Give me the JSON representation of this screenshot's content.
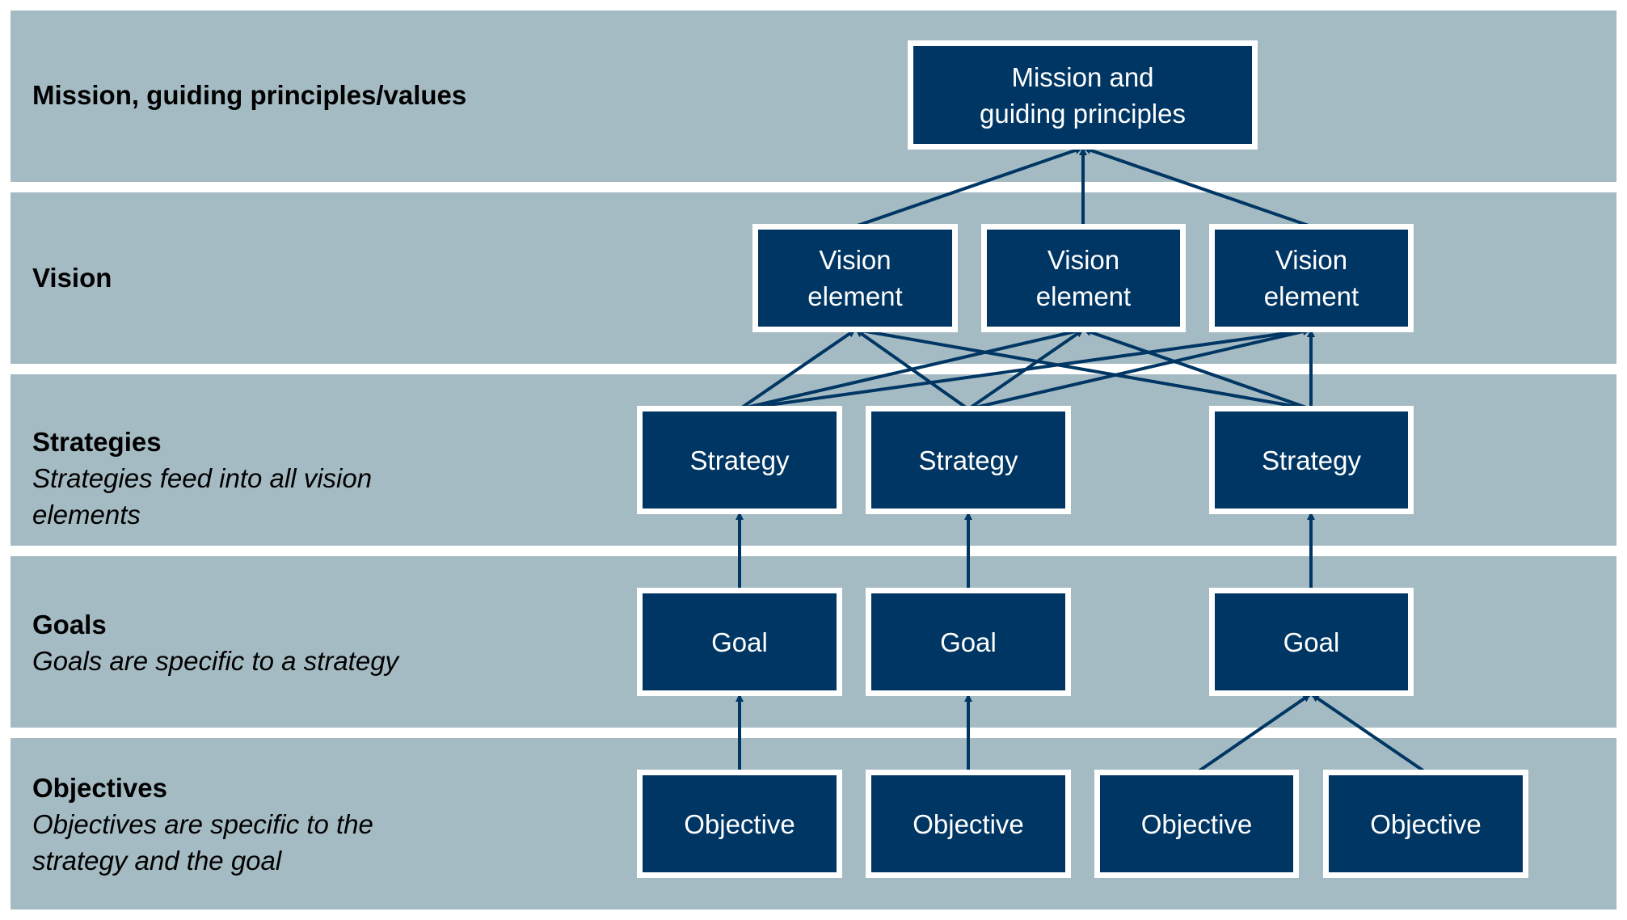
{
  "layers": {
    "mission": {
      "title": "Mission, guiding principles/values",
      "subtitle": ""
    },
    "vision": {
      "title": "Vision",
      "subtitle": ""
    },
    "strategies": {
      "title": "Strategies",
      "subtitle": "Strategies feed into all vision elements"
    },
    "goals": {
      "title": "Goals",
      "subtitle": "Goals are specific to a strategy"
    },
    "objectives": {
      "title": "Objectives",
      "subtitle": "Objectives are specific to the strategy and the goal"
    }
  },
  "nodes": {
    "mission": {
      "line1": "Mission and",
      "line2": "guiding principles"
    },
    "vision": [
      {
        "line1": "Vision",
        "line2": "element"
      },
      {
        "line1": "Vision",
        "line2": "element"
      },
      {
        "line1": "Vision",
        "line2": "element"
      }
    ],
    "strategies": [
      "Strategy",
      "Strategy",
      "Strategy"
    ],
    "goals": [
      "Goal",
      "Goal",
      "Goal"
    ],
    "objectives": [
      "Objective",
      "Objective",
      "Objective",
      "Objective"
    ]
  },
  "colors": {
    "band": "#a5bbc3",
    "node_fill": "#003663",
    "node_border": "#ffffff",
    "arrow": "#003663"
  }
}
